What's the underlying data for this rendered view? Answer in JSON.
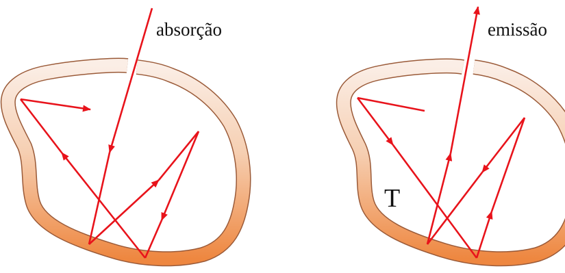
{
  "diagrams": [
    {
      "label": "absorção"
    },
    {
      "label": "emissão",
      "temperature_label": "T"
    }
  ],
  "colors": {
    "ray": "#e8131b",
    "wall_light": "#f7e3d6",
    "wall_dark": "#f08a45",
    "wall_edge": "#9a5a38"
  }
}
